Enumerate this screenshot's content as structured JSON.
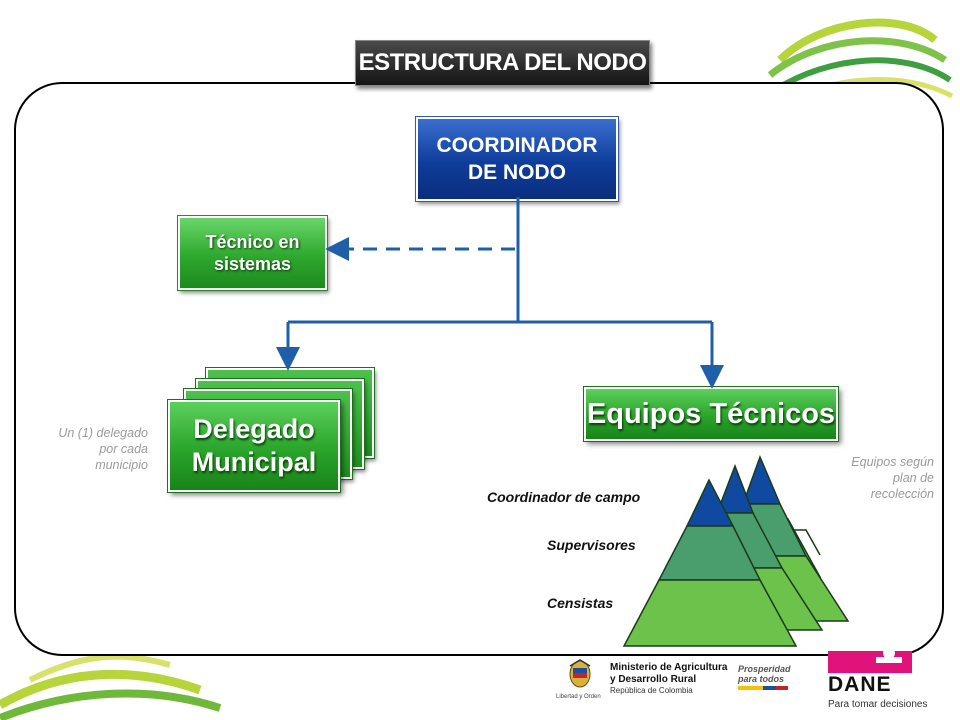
{
  "title": "ESTRUCTURA DEL NODO",
  "coordinator": {
    "line1": "COORDINADOR",
    "line2": "DE NODO"
  },
  "tech_systems": {
    "line1": "Técnico en",
    "line2": "sistemas"
  },
  "delegado": {
    "line1": "Delegado",
    "line2": "Municipal"
  },
  "equipos": {
    "label": "Equipos Técnicos"
  },
  "notes": {
    "delegado": [
      "Un (1) delegado",
      "por cada",
      "municipio"
    ],
    "equipos": [
      "Equipos según",
      "plan de",
      "recolección"
    ]
  },
  "pyramid_levels": [
    "Coordinador de campo",
    "Supervisores",
    "Censistas"
  ],
  "logos": {
    "ministry": [
      "Ministerio de Agricultura",
      "y Desarrollo Rural"
    ],
    "ministry_sub": "República de Colombia",
    "libertad": "Libertad y Orden",
    "prosperidad": [
      "Prosperidad",
      "para todos"
    ],
    "dane": "DANE",
    "dane_tagline": "Para tomar decisiones"
  },
  "colors": {
    "connector": "#1f5fa8",
    "coordinator_box": "#0f3d9a",
    "green_box": "#2aa42a",
    "pyramid_top": "#0f4aa0",
    "pyramid_mid": "#4a9e6e",
    "pyramid_base": "#6cc24a",
    "dane_accent": "#e0137a"
  }
}
